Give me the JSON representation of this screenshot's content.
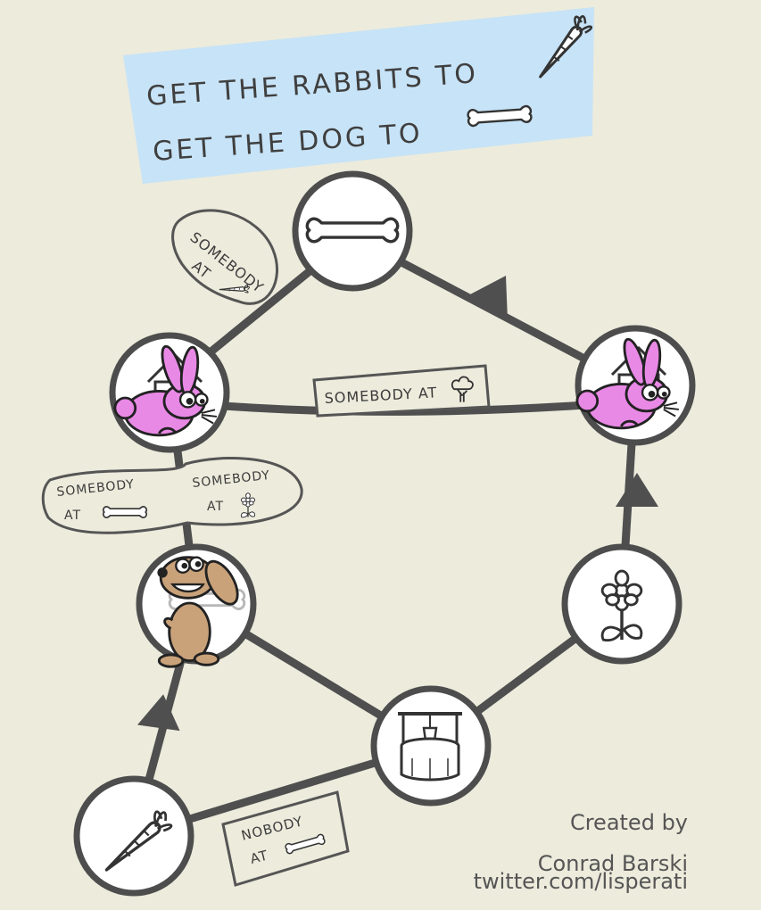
{
  "goal": {
    "line1": "GET THE RABBITS TO",
    "line1_icon": "carrot-icon",
    "line2": "GET THE DOG TO",
    "line2_icon": "bone-icon"
  },
  "nodes": [
    {
      "id": "bone",
      "icon": "bone-icon",
      "occupant": null
    },
    {
      "id": "house-left",
      "icon": "house-icon",
      "occupant": "rabbit"
    },
    {
      "id": "house-right",
      "icon": "house-icon",
      "occupant": "rabbit"
    },
    {
      "id": "dog-node",
      "icon": "bone-icon",
      "occupant": "dog"
    },
    {
      "id": "flower",
      "icon": "flower-icon",
      "occupant": null
    },
    {
      "id": "well",
      "icon": "well-icon",
      "occupant": null
    },
    {
      "id": "carrot",
      "icon": "carrot-icon",
      "occupant": null
    }
  ],
  "conditions": {
    "top_left": {
      "text1": "SOMEBODY",
      "text2": "AT",
      "icon": "carrot-icon"
    },
    "middle": {
      "text1": "SOMEBODY AT",
      "icon": "tree-icon"
    },
    "left_a": {
      "text1": "SOMEBODY",
      "text2": "AT",
      "icon": "bone-icon"
    },
    "left_b": {
      "text1": "SOMEBODY",
      "text2": "AT",
      "icon": "flower-icon"
    },
    "bottom": {
      "text1": "NOBODY",
      "text2": "AT",
      "icon": "bone-icon"
    }
  },
  "credits": {
    "line1": "Created by",
    "line2": "Conrad Barski",
    "line3": "twitter.com/lisperati"
  },
  "colors": {
    "background": "#ecebdc",
    "banner": "#c7e3f7",
    "rabbit": "#e989e6",
    "dog": "#c9a27a",
    "edge": "#4f4f4f",
    "node_border": "#4d4d4d"
  }
}
